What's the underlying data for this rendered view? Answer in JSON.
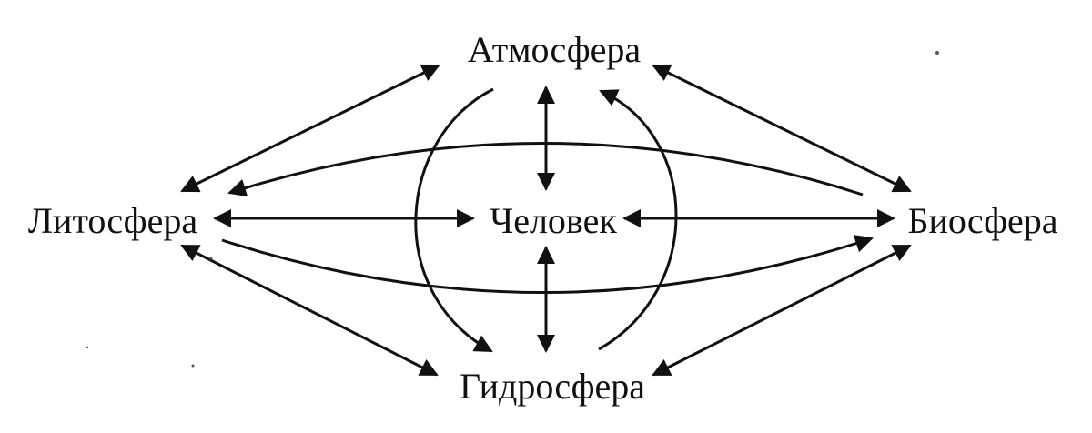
{
  "nodes": {
    "atmosphere": "Атмосфера",
    "lithosphere": "Литосфера",
    "human": "Человек",
    "biosphere": "Биосфера",
    "hydrosphere": "Гидросфера"
  },
  "colors": {
    "ink": "#111111",
    "background": "#ffffff"
  }
}
